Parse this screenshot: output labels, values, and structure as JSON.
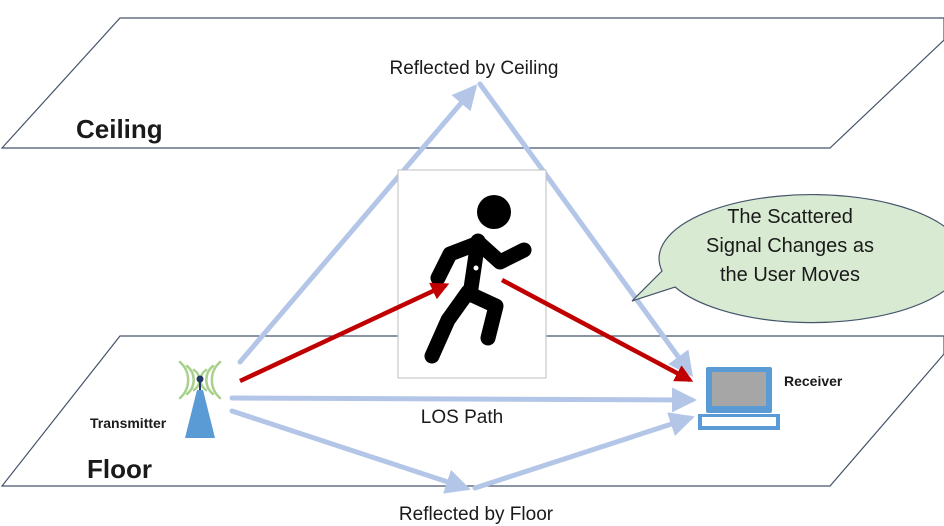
{
  "labels": {
    "ceiling": "Ceiling",
    "floor": "Floor",
    "reflected_ceiling": "Reflected by Ceiling",
    "reflected_floor": "Reflected by Floor",
    "los_path": "LOS Path",
    "transmitter": "Transmitter",
    "receiver": "Receiver"
  },
  "callout": {
    "lines": [
      "The Scattered",
      "Signal Changes as",
      "the User Moves"
    ]
  },
  "icons": {
    "transmitter": "antenna-icon",
    "receiver": "laptop-icon",
    "person": "running-person-icon"
  },
  "colors": {
    "path_arrow": "#b4c6e7",
    "scatter_arrow": "#c00000",
    "callout_fill": "#d9ead3",
    "antenna_body": "#5b9bd5",
    "signal_waves": "#a9d18e",
    "plane_stroke": "#44546a"
  }
}
